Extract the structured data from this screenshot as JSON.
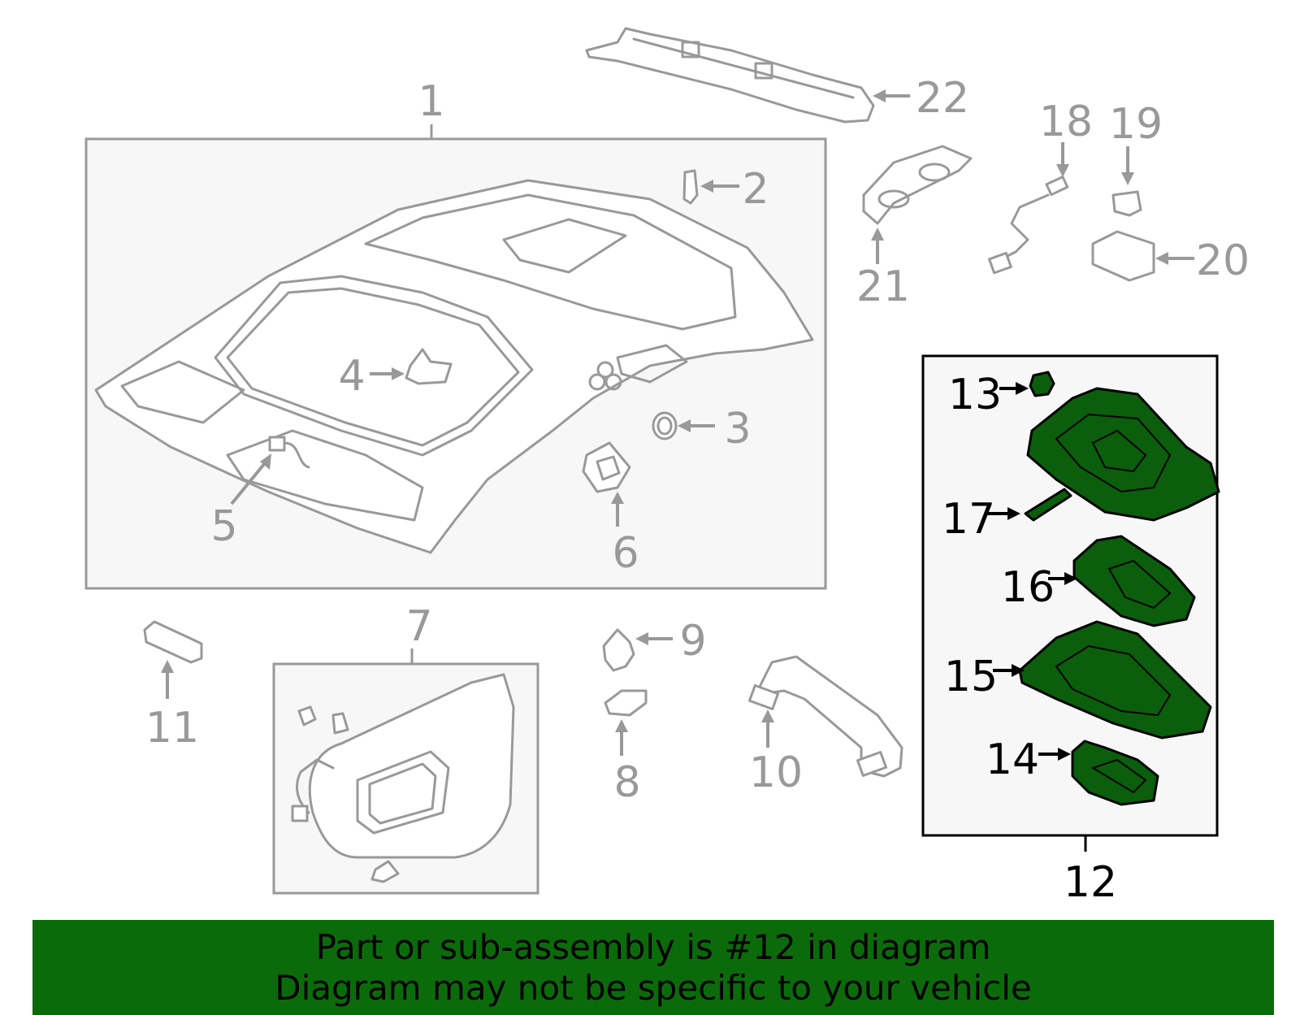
{
  "callouts": {
    "c1": "1",
    "c2": "2",
    "c3": "3",
    "c4": "4",
    "c5": "5",
    "c6": "6",
    "c7": "7",
    "c8": "8",
    "c9": "9",
    "c10": "10",
    "c11": "11",
    "c12": "12",
    "c13": "13",
    "c14": "14",
    "c15": "15",
    "c16": "16",
    "c17": "17",
    "c18": "18",
    "c19": "19",
    "c20": "20",
    "c21": "21",
    "c22": "22"
  },
  "highlight_color": "#0b6b0b",
  "banner": {
    "line1": "Part or sub-assembly is #12 in diagram",
    "line2": "Diagram may not be specific to your vehicle"
  }
}
